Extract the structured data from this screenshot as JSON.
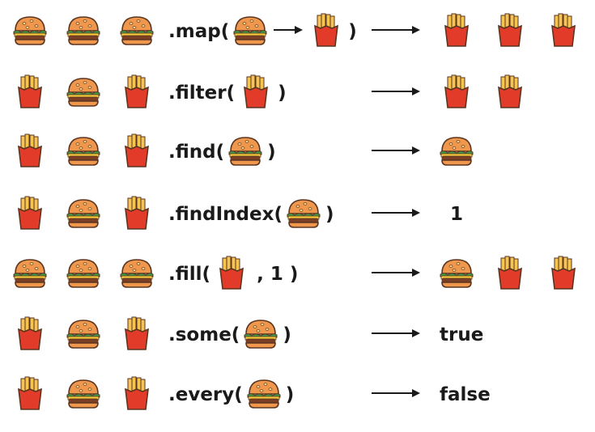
{
  "rows": [
    {
      "name": "map",
      "inputs": [
        "burger",
        "burger",
        "burger"
      ],
      "method_open": ".map(",
      "args": [
        {
          "type": "icon",
          "icon": "burger"
        },
        {
          "type": "arrow"
        },
        {
          "type": "icon",
          "icon": "fries"
        }
      ],
      "close": ")",
      "result": {
        "icons": [
          "fries",
          "fries",
          "fries"
        ]
      }
    },
    {
      "name": "filter",
      "inputs": [
        "fries",
        "burger",
        "fries"
      ],
      "method_open": ".filter(",
      "args": [
        {
          "type": "icon",
          "icon": "fries"
        }
      ],
      "close": ")",
      "result": {
        "icons": [
          "fries",
          "fries"
        ]
      }
    },
    {
      "name": "find",
      "inputs": [
        "fries",
        "burger",
        "fries"
      ],
      "method_open": ".find(",
      "args": [
        {
          "type": "icon",
          "icon": "burger"
        }
      ],
      "close": ")",
      "result": {
        "icons": [
          "burger"
        ]
      }
    },
    {
      "name": "findIndex",
      "inputs": [
        "fries",
        "burger",
        "fries"
      ],
      "method_open": ".findIndex(",
      "args": [
        {
          "type": "icon",
          "icon": "burger"
        }
      ],
      "close": ")",
      "result": {
        "text": "1"
      }
    },
    {
      "name": "fill",
      "inputs": [
        "burger",
        "burger",
        "burger"
      ],
      "method_open": ".fill(",
      "args": [
        {
          "type": "icon",
          "icon": "fries"
        },
        {
          "type": "text",
          "text": ", 1"
        }
      ],
      "close": ")",
      "result": {
        "icons": [
          "burger",
          "fries",
          "fries"
        ]
      }
    },
    {
      "name": "some",
      "inputs": [
        "fries",
        "burger",
        "fries"
      ],
      "method_open": ".some(",
      "args": [
        {
          "type": "icon",
          "icon": "burger"
        }
      ],
      "close": ")",
      "result": {
        "text": "true"
      }
    },
    {
      "name": "every",
      "inputs": [
        "fries",
        "burger",
        "fries"
      ],
      "method_open": ".every(",
      "args": [
        {
          "type": "icon",
          "icon": "burger"
        }
      ],
      "close": ")",
      "result": {
        "text": "false"
      }
    }
  ],
  "colors": {
    "bun": "#f0974e",
    "bun_outline": "#5a3520",
    "seed": "#ffd98a",
    "lettuce": "#3f9a4a",
    "cheese": "#f7c93b",
    "patty": "#7a3f24",
    "fries_box": "#e23b2a",
    "fries_stick": "#f5c451",
    "text": "#1a1a1a"
  }
}
